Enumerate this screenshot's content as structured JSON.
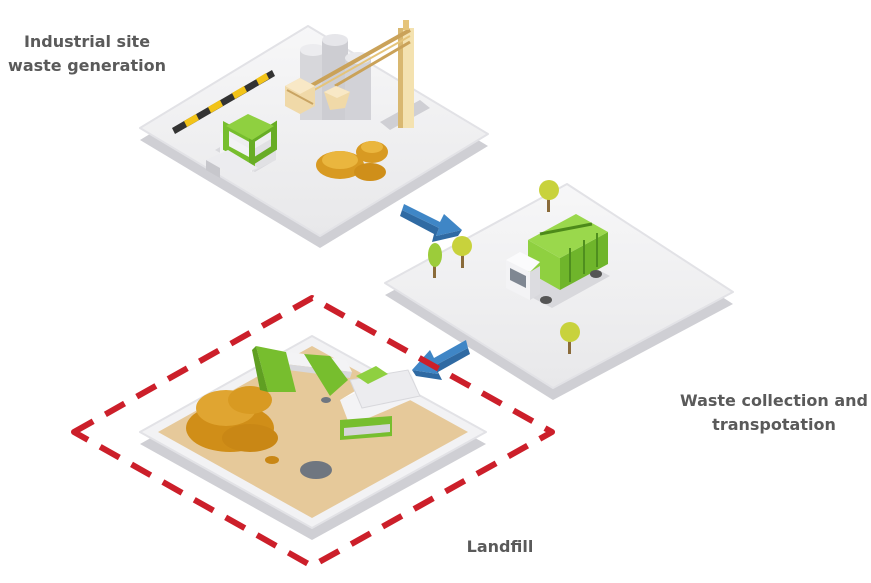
{
  "stages": {
    "industrial": {
      "line1": "Industrial site",
      "line2": "waste generation"
    },
    "collection": {
      "line1": "Waste collection and",
      "line2": "transpotation"
    },
    "landfill": {
      "line1": "Landfill"
    }
  },
  "colors": {
    "platform": "#eeeeef",
    "platform_side": "#d6d6da",
    "arrow": "#3f86c6",
    "dash_border": "#cc1f2a",
    "sand": "#e6c99a",
    "dirt_pile": "#d89a22",
    "machine_green": "#77be2e",
    "tree_green": "#9ccc3a",
    "label_text": "#5a5a5a"
  }
}
